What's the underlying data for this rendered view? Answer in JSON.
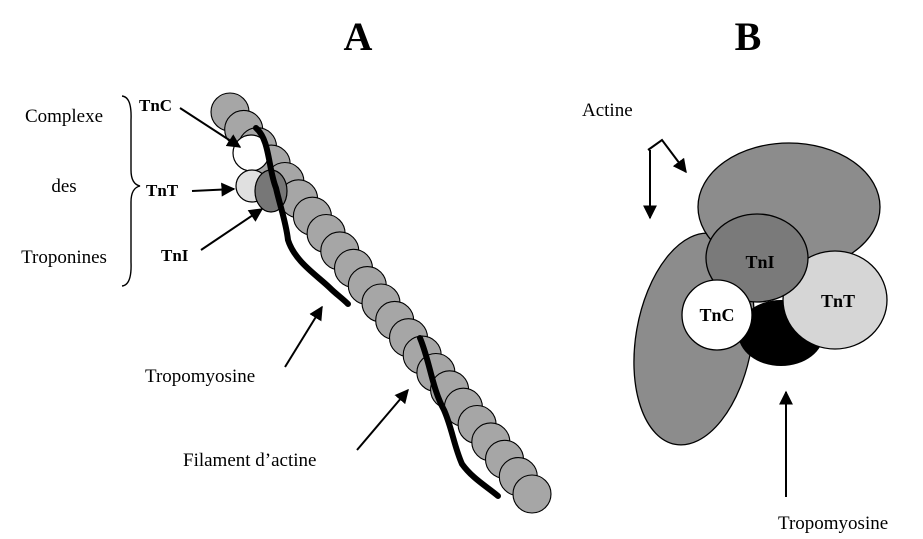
{
  "panels": {
    "a_letter": "A",
    "b_letter": "B"
  },
  "panel_a": {
    "complex_label_line1": "Complexe",
    "complex_label_line2": "des",
    "complex_label_line3": "Troponines",
    "tnc": "TnC",
    "tnt": "TnT",
    "tni": "TnI",
    "tropomyosin_label": "Tropomyosine",
    "actin_filament_label": "Filament d’actine",
    "actin_bead_count": 23
  },
  "panel_b": {
    "actin_label": "Actine",
    "tni": "TnI",
    "tnc": "TnC",
    "tnt": "TnT",
    "tropomyosin_label": "Tropomyosine"
  },
  "colors": {
    "actin": "#8c8c8c",
    "actin_bead": "#a6a6a6",
    "tni": "#7a7a7a",
    "tnt": "#d6d6d6",
    "tnc": "#ffffff",
    "tropomyosin": "#000000",
    "stroke": "#000000"
  }
}
